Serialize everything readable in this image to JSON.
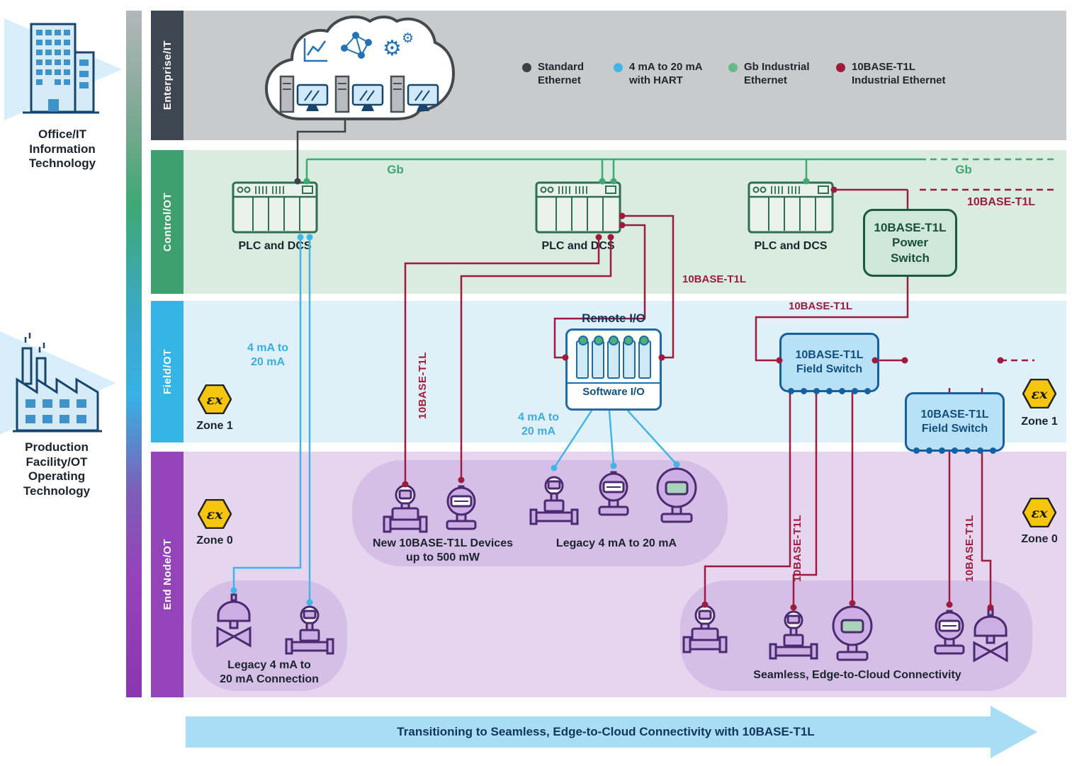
{
  "colors": {
    "standard_ethernet": "#3a4147",
    "ma_4_20_with_hart": "#41b6e6",
    "gb_industrial_ethernet": "#3fa873",
    "t1l_industrial_ethernet": "#9e1b3c",
    "band_enterprise_bg": "#c8cacc",
    "band_control_bg": "#d9ecdf",
    "band_field_bg": "#dff0f9",
    "band_end_node_bg": "#e5d5ef",
    "cluster_bg": "#d6bfe7",
    "zone_badge": "#f6c60e"
  },
  "left_panel": {
    "office_label": "Office/IT\nInformation\nTechnology",
    "production_label": "Production\nFacility/OT\nOperating\nTechnology"
  },
  "bands": {
    "enterprise": {
      "label": "Enterprise/IT"
    },
    "control": {
      "label": "Control/OT"
    },
    "field": {
      "label": "Field/OT"
    },
    "end_node": {
      "label": "End Node/OT"
    }
  },
  "legend": {
    "items": [
      {
        "label": "Standard\nEthernet",
        "color": "#3a4147"
      },
      {
        "label": "4 mA to 20 mA\nwith HART",
        "color": "#41b6e6"
      },
      {
        "label": "Gb Industrial\nEthernet",
        "color": "#67b98c"
      },
      {
        "label": "10BASE-T1L\nIndustrial Ethernet",
        "color": "#9e1b3c"
      }
    ]
  },
  "control_layer": {
    "plc_label": "PLC and DCS",
    "power_switch_label": "10BASE-T1L\nPower\nSwitch",
    "gb_label": "Gb",
    "t1l_label": "10BASE-T1L"
  },
  "field_layer": {
    "remote_io_title": "Remote I/O",
    "software_io_label": "Software I/O",
    "field_switch_label": "10BASE-T1L\nField Switch",
    "ma_label": "4 mA to\n20 mA"
  },
  "zones": {
    "ex_symbol": "εx",
    "zone1": "Zone 1",
    "zone0": "Zone 0"
  },
  "end_node_layer": {
    "new_devices_label": "New 10BASE-T1L Devices\nup to 500 mW",
    "legacy_label": "Legacy 4 mA to 20 mA",
    "legacy_connection_label": "Legacy 4 mA to\n20 mA Connection",
    "seamless_label": "Seamless, Edge-to-Cloud Connectivity"
  },
  "footer": {
    "arrow_label": "Transitioning to Seamless, Edge-to-Cloud Connectivity with 10BASE-T1L"
  }
}
